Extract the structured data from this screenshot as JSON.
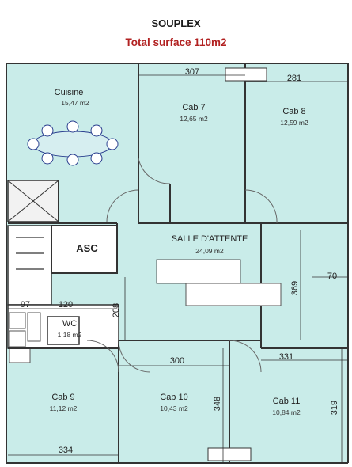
{
  "header": {
    "title": "SOUPLEX",
    "subtitle": "Total surface 110m2"
  },
  "colors": {
    "floor": "#c9ece9",
    "wall": "#333333",
    "white_block": "#ffffff",
    "title_red": "#b22222"
  },
  "rooms": {
    "cuisine": {
      "name": "Cuisine",
      "area": "15,47 m2"
    },
    "cab7": {
      "name": "Cab 7",
      "area": "12,65 m2"
    },
    "cab8": {
      "name": "Cab 8",
      "area": "12,59 m2"
    },
    "salle": {
      "name": "SALLE D'ATTENTE",
      "area": "24,09 m2"
    },
    "asc": {
      "name": "ASC"
    },
    "wc": {
      "name": "WC",
      "area": "1,18 m2"
    },
    "cab9": {
      "name": "Cab 9",
      "area": "11,12 m2"
    },
    "cab10": {
      "name": "Cab 10",
      "area": "10,43 m2"
    },
    "cab11": {
      "name": "Cab 11",
      "area": "10,84 m2"
    }
  },
  "dimensions": {
    "d307": "307",
    "d281": "281",
    "d70": "70",
    "d369": "369",
    "d97": "97",
    "d120": "120",
    "d208": "208",
    "d300": "300",
    "d331": "331",
    "d348": "348",
    "d319": "319",
    "d334": "334"
  }
}
